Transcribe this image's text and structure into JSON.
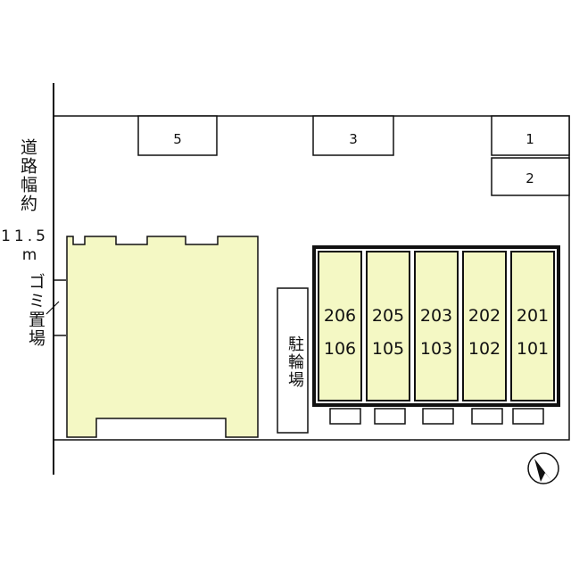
{
  "road": {
    "label": "道路幅約",
    "width_value": "11.5",
    "width_unit": "m"
  },
  "garbage": {
    "label": "ゴミ置場"
  },
  "bicycle": {
    "label": "駐輪場"
  },
  "parking": {
    "space_1": "1",
    "space_2": "2",
    "space_3": "3",
    "space_5": "5"
  },
  "units": [
    {
      "upper": "206",
      "lower": "106"
    },
    {
      "upper": "205",
      "lower": "105"
    },
    {
      "upper": "203",
      "lower": "103"
    },
    {
      "upper": "202",
      "lower": "102"
    },
    {
      "upper": "201",
      "lower": "101"
    }
  ],
  "colors": {
    "building_fill": "#f4f8c4",
    "line": "#111111",
    "background": "#ffffff"
  },
  "compass": {
    "icon": "north-arrow-icon"
  }
}
